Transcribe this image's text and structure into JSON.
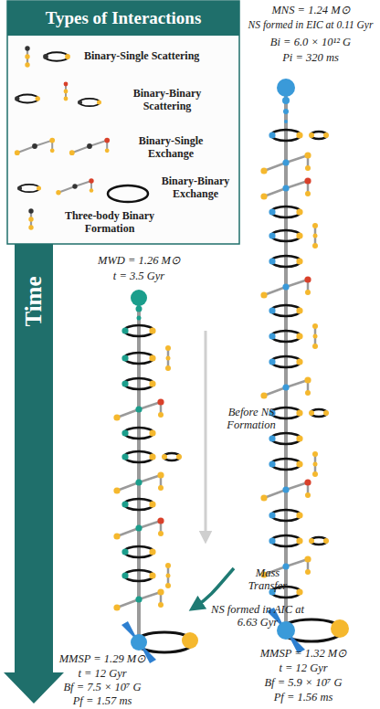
{
  "diagram": {
    "labels": [
      "Types of Interactions",
      "Time",
      "MNS = 1.24 M⊙",
      "NS formed in EIC at 0.11 Gyr",
      "Bi = 6.0 × 10¹² G",
      "Pi = 320 ms",
      "MWD = 1.26 M⊙",
      "t = 3.5 Gyr",
      "Before NS Formation",
      "Mass Transfer",
      "NS formed in AIC at 6.63 Gyr",
      "MMSP = 1.29 M⊙",
      "t = 12 Gyr",
      "Bf = 7.5 × 10⁷ G",
      "Pf = 1.57 ms",
      "MMSP = 1.32 M⊙",
      "t = 12 Gyr",
      "Bf = 5.9 × 10⁷ G",
      "Pf = 1.56 ms"
    ],
    "legend": [
      {
        "text": "Binary-Single Scattering"
      },
      {
        "text": "Binary-Binary Scattering"
      },
      {
        "text": "Binary-Single Exchange"
      },
      {
        "text": "Binary-Binary Exchange"
      },
      {
        "text": "Three-body Binary Formation"
      }
    ]
  }
}
